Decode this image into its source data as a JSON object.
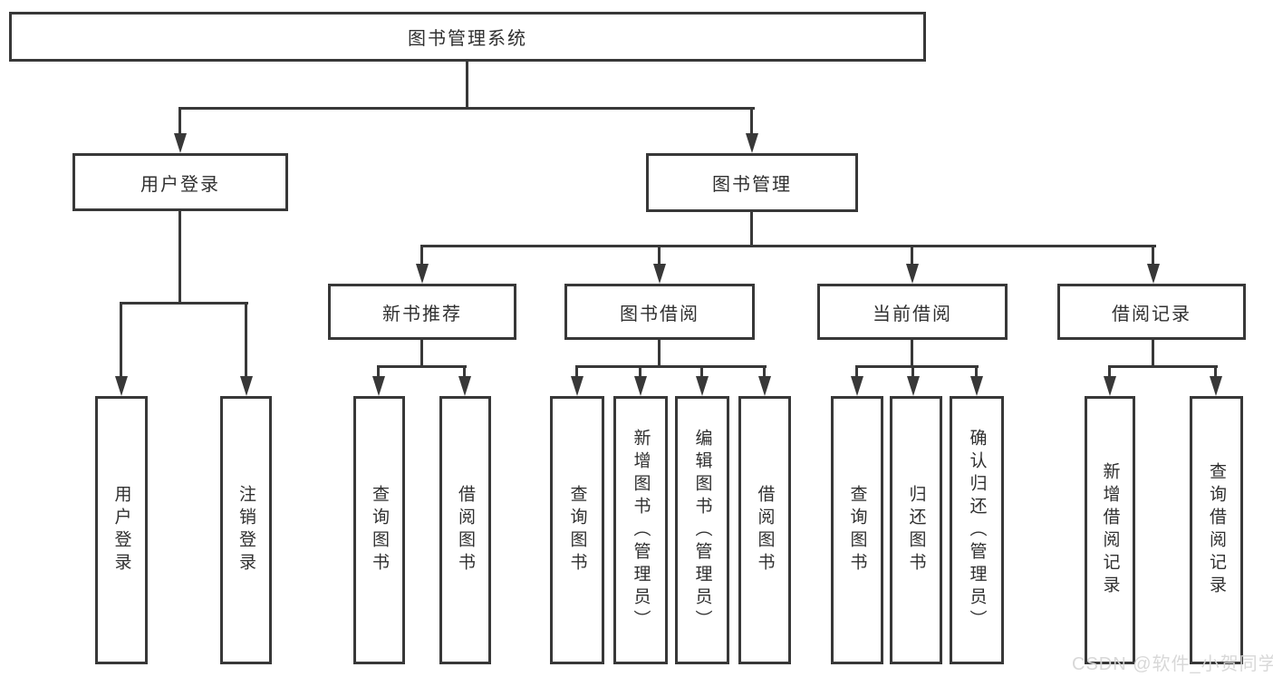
{
  "diagram_title": "图书管理系统",
  "watermark": "CSDN @软件_小贺同学",
  "nodes": {
    "root": "图书管理系统",
    "user_login": "用户登录",
    "book_mgmt": "图书管理",
    "login_leaf": "用户登录",
    "logout_leaf": "注销登录",
    "new_rec": "新书推荐",
    "book_borrow": "图书借阅",
    "cur_borrow": "当前借阅",
    "records": "借阅记录",
    "rec_query": "查询图书",
    "rec_borrow": "借阅图书",
    "bb_query": "查询图书",
    "bb_add": "新增图书（管理员）",
    "bb_edit": "编辑图书（管理员）",
    "bb_borrow": "借阅图书",
    "cb_query": "查询图书",
    "cb_return": "归还图书",
    "cb_confirm": "确认归还（管理员）",
    "r_add": "新增借阅记录",
    "r_query": "查询借阅记录"
  }
}
